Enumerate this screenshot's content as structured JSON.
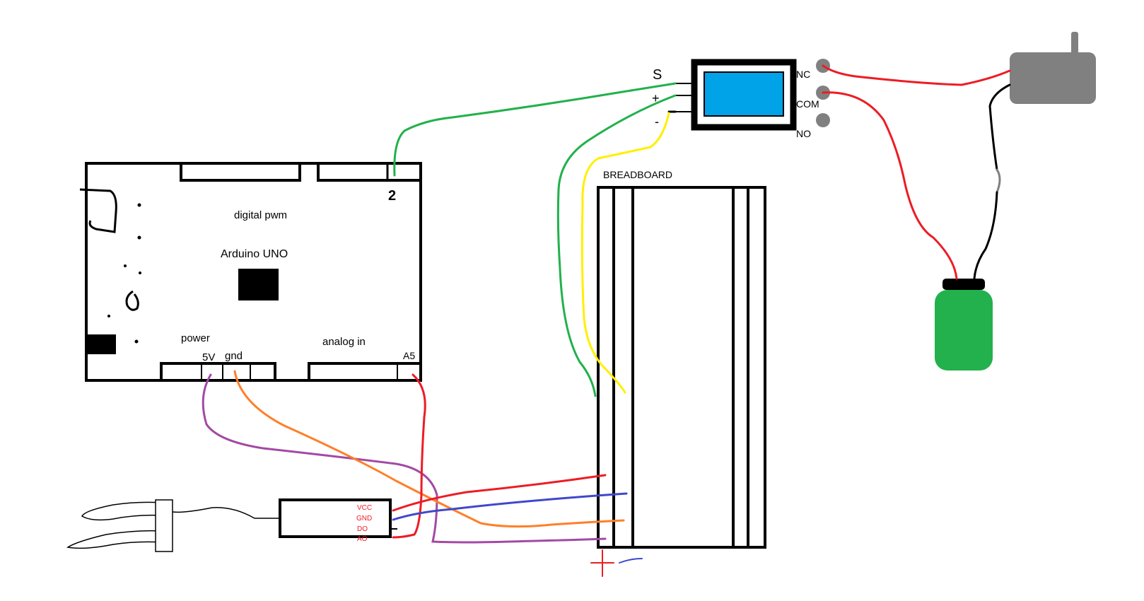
{
  "arduino": {
    "title": "Arduino UNO",
    "digital_label": "digital pwm",
    "pin_digital": "2",
    "power_label": "power",
    "analog_label": "analog in",
    "pin_5v": "5V",
    "pin_gnd": "gnd",
    "pin_a5": "A5"
  },
  "breadboard": {
    "label": "BREADBOARD"
  },
  "relay": {
    "pin_s": "S",
    "pin_plus": "+",
    "pin_minus": "-",
    "nc": "NC",
    "com": "COM",
    "no": "NO"
  },
  "sensor": {
    "vcc": "VCC",
    "gnd": "GND",
    "do": "DO",
    "ao": "AO"
  },
  "colors": {
    "green_wire": "#22b14c",
    "yellow_wire": "#ffef00",
    "red_wire": "#ed1c24",
    "blue_wire": "#3f48cc",
    "orange_wire": "#ff7f27",
    "purple_wire": "#a349a4",
    "pump": "#808080",
    "bottle": "#22b14c",
    "relay_screen": "#00a2e8"
  }
}
